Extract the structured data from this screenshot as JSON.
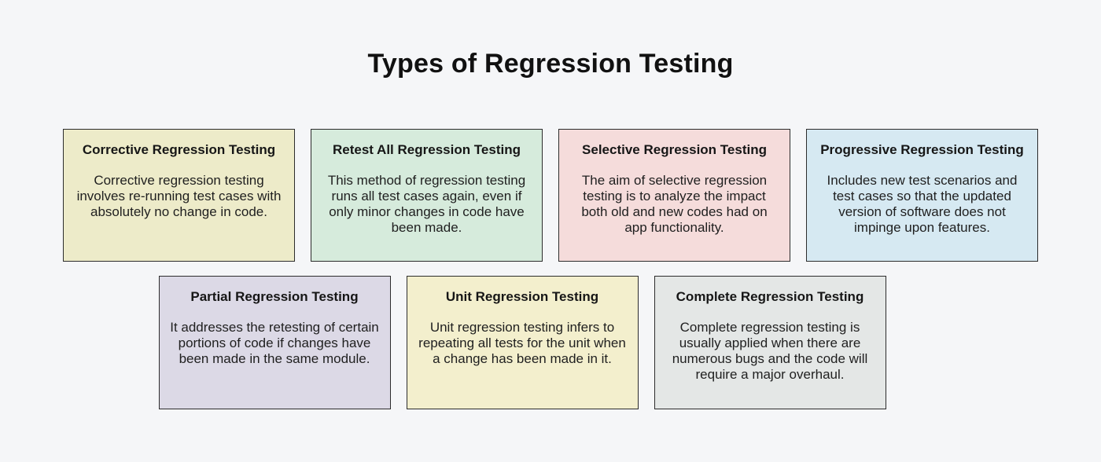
{
  "page": {
    "title": "Types of Regression Testing",
    "background": "#f5f6f8",
    "card_border_color": "#2c2c2c",
    "text_color": "#1a1a1a"
  },
  "rows": [
    {
      "cards": [
        {
          "title": "Corrective Regression Testing",
          "body": "Corrective regression testing involves re-running test cases with absolutely no change in code.",
          "bg": "#edebc9"
        },
        {
          "title": "Retest All Regression Testing",
          "body": "This method of regression testing runs all test cases again, even if only minor changes in code have been made.",
          "bg": "#d6ebdc"
        },
        {
          "title": "Selective Regression Testing",
          "body": "The aim of selective regression testing is to analyze the impact both old and new codes had on app functionality.",
          "bg": "#f5dcdb"
        },
        {
          "title": "Progressive Regression Testing",
          "body": "Includes new test scenarios and test cases so that the updated version of software does not impinge upon features.",
          "bg": "#d6e9f2"
        }
      ]
    },
    {
      "cards": [
        {
          "title": "Partial Regression Testing",
          "body": "It addresses the retesting of certain portions of code if changes have been made in the same module.",
          "bg": "#dcd9e6"
        },
        {
          "title": "Unit Regression Testing",
          "body": "Unit regression testing infers to repeating all tests for the unit when a change has been made in it.",
          "bg": "#f3efcd"
        },
        {
          "title": "Complete Regression Testing",
          "body": "Complete regression testing is usually applied when there are numerous bugs and the code will require a major overhaul.",
          "bg": "#e4e7e6"
        }
      ]
    }
  ]
}
